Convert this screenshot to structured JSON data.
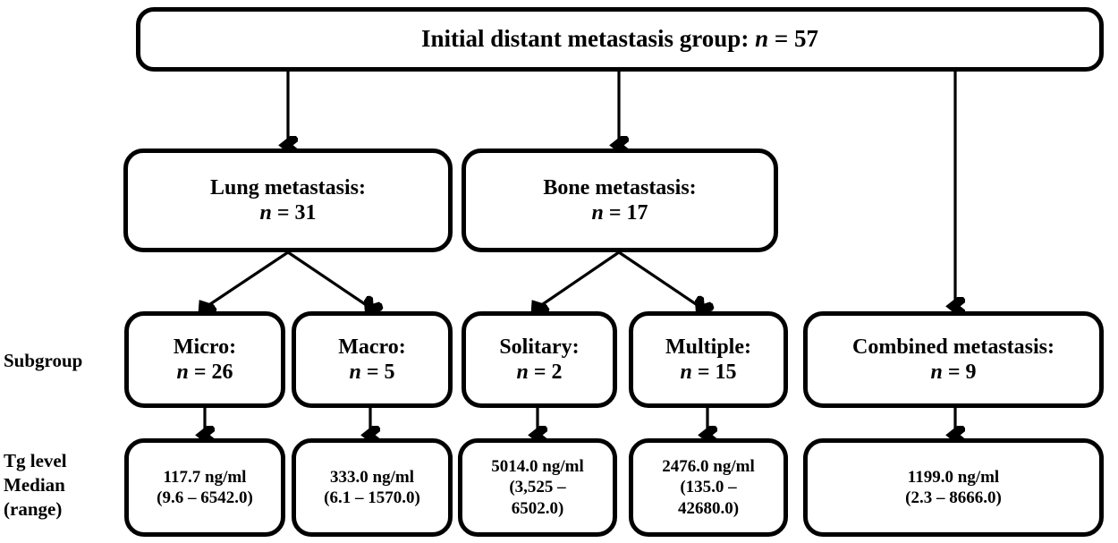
{
  "figure": {
    "type": "flowchart",
    "orientation": "top-down",
    "title_present": false,
    "colors": {
      "stroke": "#000000",
      "fill": "#ffffff",
      "text": "#000000"
    }
  },
  "row_labels": [
    {
      "id": "subgroup",
      "text": "Subgroup"
    },
    {
      "id": "tg-level",
      "text": "Tg level\nMedian\n(range)"
    }
  ],
  "nodes": {
    "root": {
      "id": "initial-distant-metastasis-group",
      "label": "Initial distant metastasis group:",
      "n_symbol": "n",
      "equals": " = ",
      "n_value": "57",
      "full_text": "Initial distant metastasis group: n = 57"
    },
    "level2": [
      {
        "id": "lung-metastasis",
        "label": "Lung metastasis:",
        "n_symbol": "n",
        "equals": " = ",
        "n_value": "31",
        "full_text": "Lung metastasis: n = 31"
      },
      {
        "id": "bone-metastasis",
        "label": "Bone metastasis:",
        "n_symbol": "n",
        "equals": " = ",
        "n_value": "17",
        "full_text": "Bone metastasis: n = 17"
      }
    ],
    "level3": [
      {
        "id": "micro",
        "label": "Micro:",
        "n_symbol": "n",
        "equals": " = ",
        "n_value": "26",
        "full_text": "Micro: n = 26"
      },
      {
        "id": "macro",
        "label": "Macro:",
        "n_symbol": "n",
        "equals": " = ",
        "n_value": "5",
        "full_text": "Macro: n = 5"
      },
      {
        "id": "solitary",
        "label": "Solitary:",
        "n_symbol": "n",
        "equals": " = ",
        "n_value": "2",
        "full_text": "Solitary: n = 2"
      },
      {
        "id": "multiple",
        "label": "Multiple:",
        "n_symbol": "n",
        "equals": " = ",
        "n_value": "15",
        "full_text": "Multiple: n = 15"
      },
      {
        "id": "combined-metastasis",
        "label": "Combined metastasis:",
        "n_symbol": "n",
        "equals": " = ",
        "n_value": "9",
        "full_text": "Combined metastasis: n = 9"
      }
    ],
    "level4": [
      {
        "id": "tg-micro",
        "median": "117.7 ng/ml",
        "range": "(9.6 – 6542.0)",
        "range_line1": "(9.6 – 6542.0)",
        "range_line2": ""
      },
      {
        "id": "tg-macro",
        "median": "333.0 ng/ml",
        "range": "(6.1 – 1570.0)",
        "range_line1": "(6.1 – 1570.0)",
        "range_line2": ""
      },
      {
        "id": "tg-solitary",
        "median": "5014.0 ng/ml",
        "range": "(3,525 – 6502.0)",
        "range_line1": "(3,525 –",
        "range_line2": "6502.0)"
      },
      {
        "id": "tg-multiple",
        "median": "2476.0 ng/ml",
        "range": "(135.0 – 42680.0)",
        "range_line1": "(135.0 –",
        "range_line2": "42680.0)"
      },
      {
        "id": "tg-combined",
        "median": "1199.0 ng/ml",
        "range": "(2.3 – 8666.0)",
        "range_line1": "(2.3 – 8666.0)",
        "range_line2": ""
      }
    ]
  }
}
